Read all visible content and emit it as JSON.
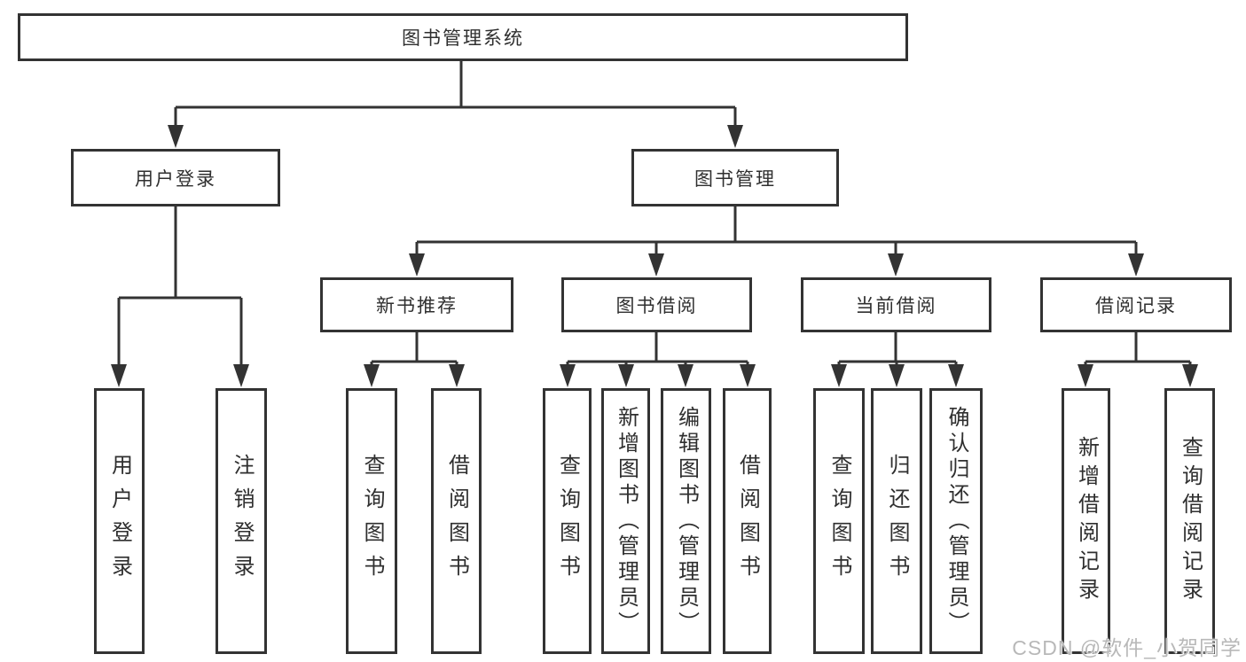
{
  "root": {
    "label": "图书管理系统"
  },
  "branches": [
    {
      "label": "用户登录",
      "leaves": [
        "用户登录",
        "注销登录"
      ]
    },
    {
      "label": "图书管理",
      "groups": [
        {
          "label": "新书推荐",
          "leaves": [
            "查询图书",
            "借阅图书"
          ]
        },
        {
          "label": "图书借阅",
          "leaves": [
            "查询图书",
            "新增图书（管理员）",
            "编辑图书（管理员）",
            "借阅图书"
          ]
        },
        {
          "label": "当前借阅",
          "leaves": [
            "查询图书",
            "归还图书",
            "确认归还（管理员）"
          ]
        },
        {
          "label": "借阅记录",
          "leaves": [
            "新增借阅记录",
            "查询借阅记录"
          ]
        }
      ]
    }
  ],
  "watermark": {
    "text": "CSDN @软件_小贺同学"
  },
  "colors": {
    "line": "#333333",
    "box_border": "#333333",
    "text": "#2f2f2f",
    "watermark": "#b8b8b8",
    "background": "#ffffff"
  }
}
